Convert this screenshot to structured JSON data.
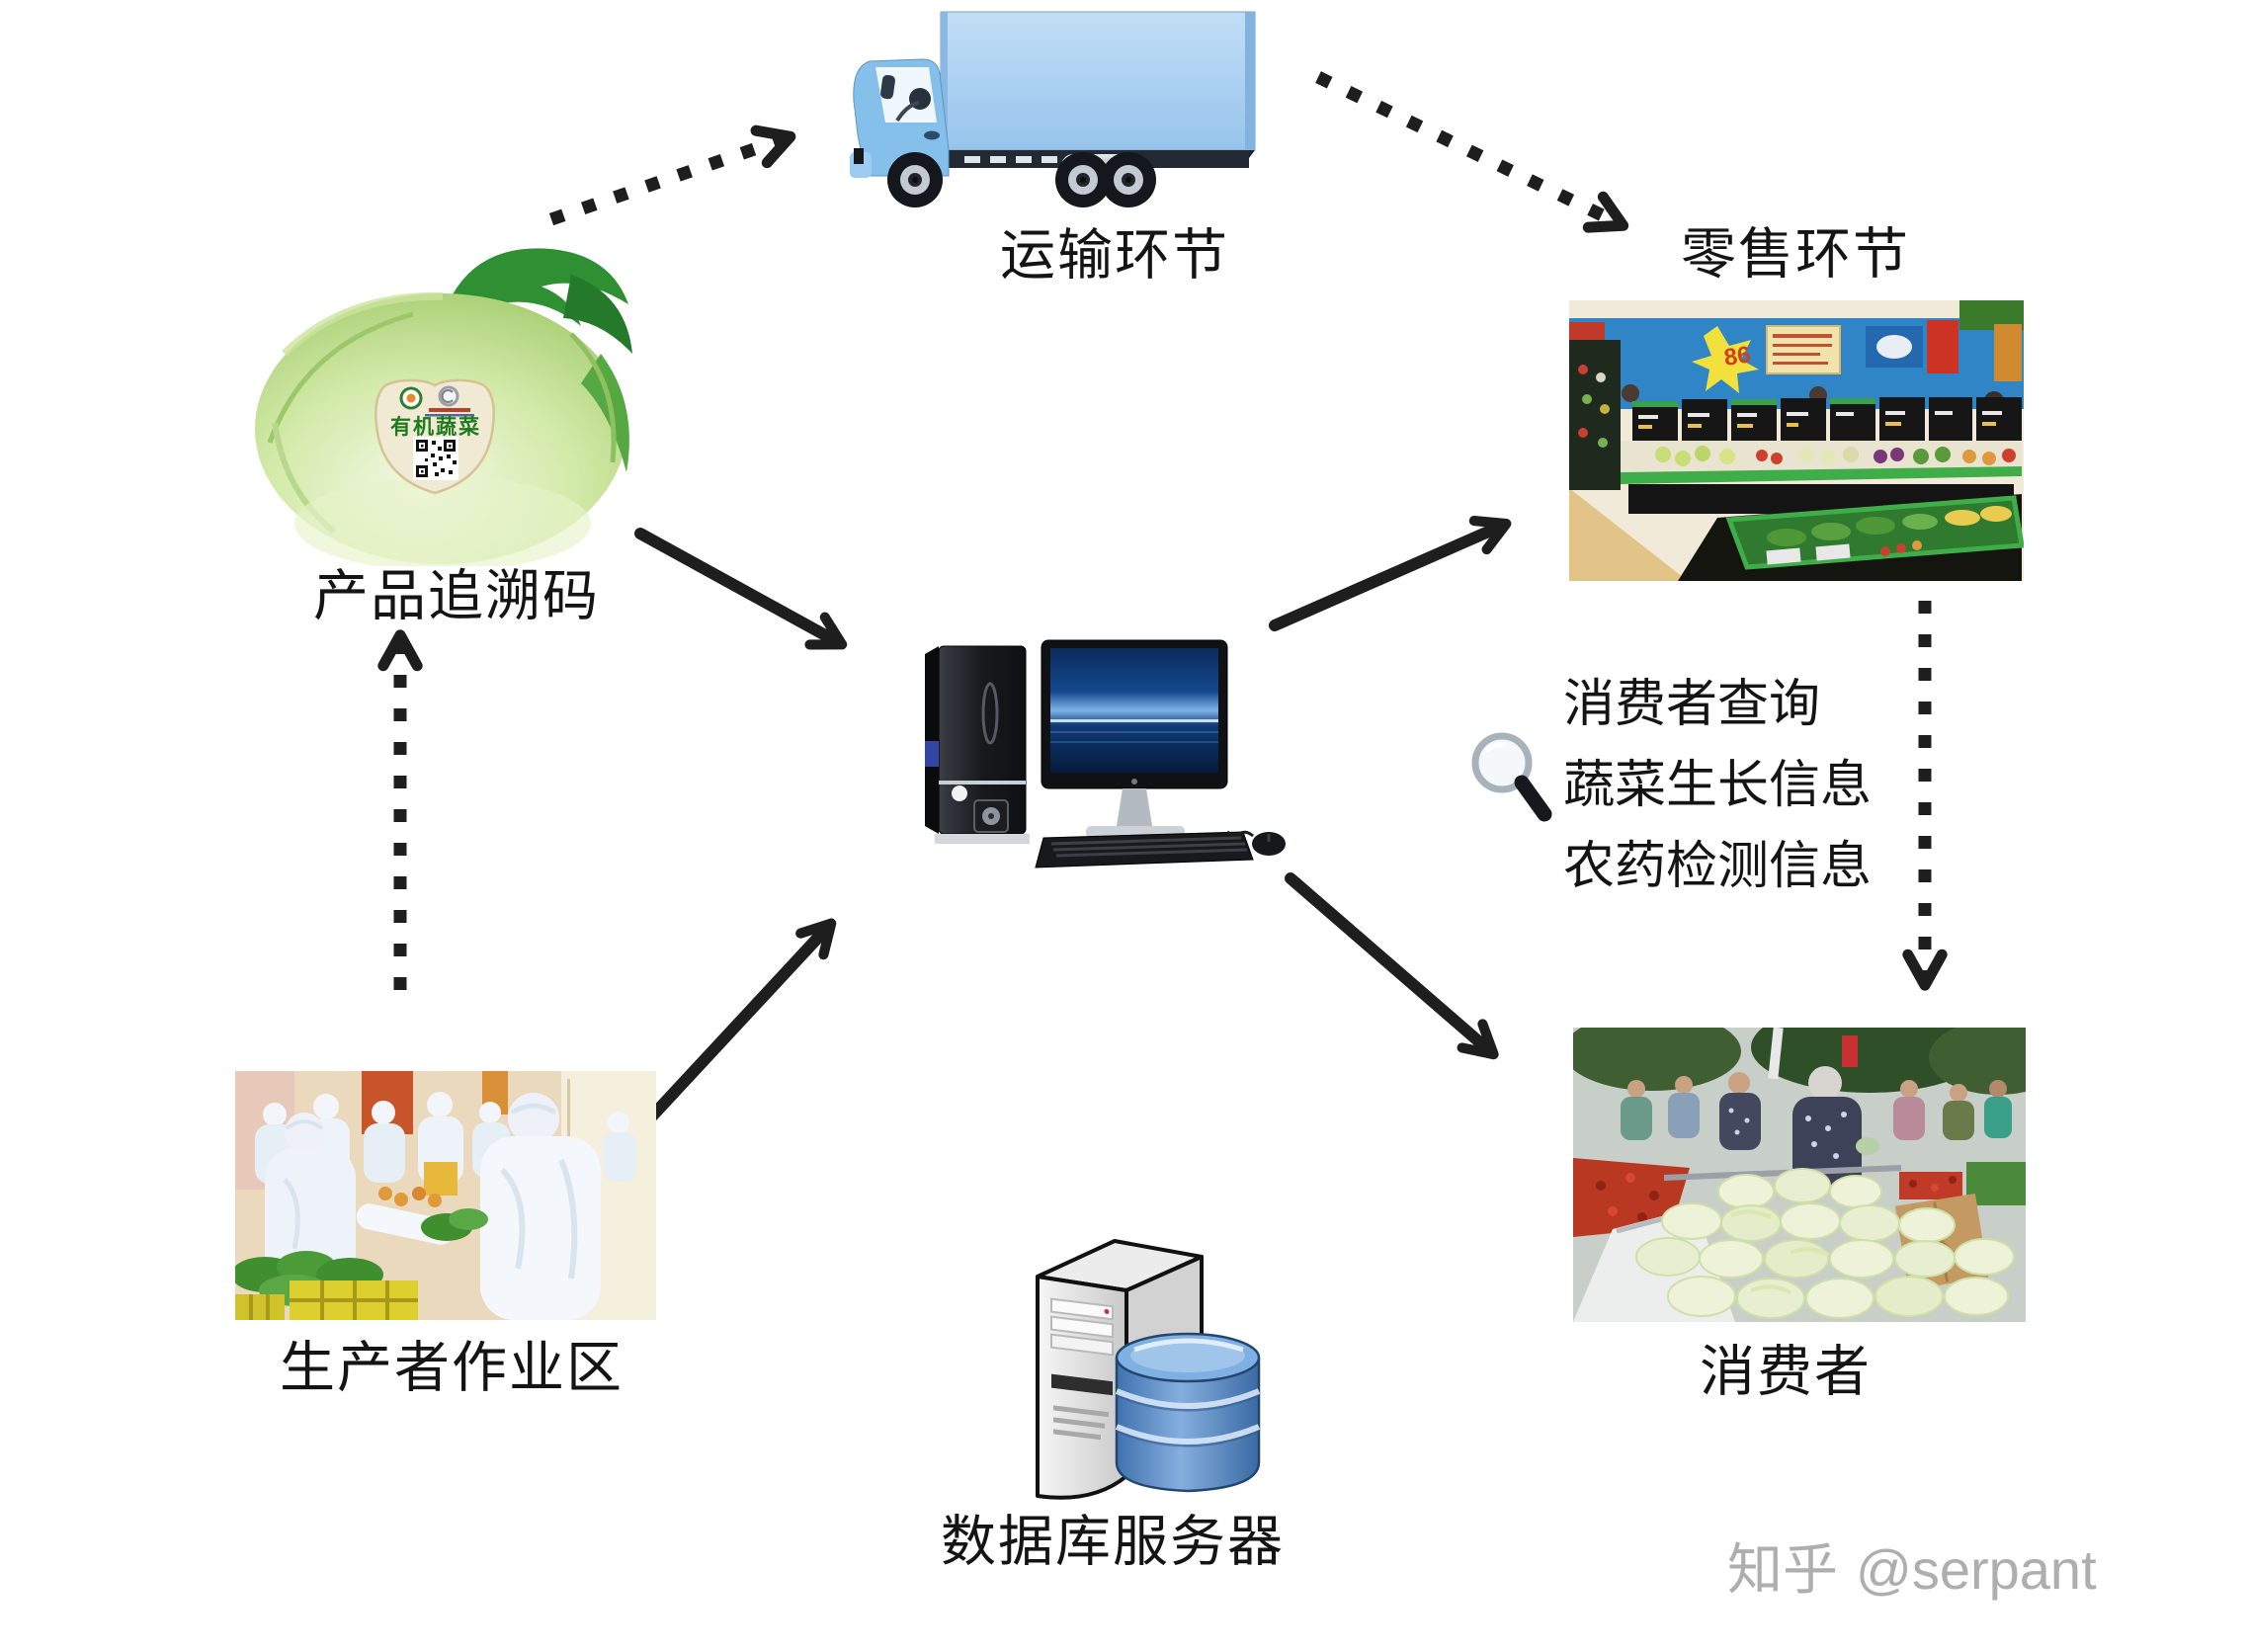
{
  "canvas": {
    "bg": "#ffffff"
  },
  "colors": {
    "arrow": "#1e1e1e",
    "label_text": "#141414",
    "watermark": "#aeaeae",
    "truck_cab": "#84c0ea",
    "truck_box": "#a9cdf0",
    "db_cylinder": "#4f82bd",
    "screen_blue": "#1a5fae",
    "tag_green": "#1d7a1d"
  },
  "nodes": {
    "transport": {
      "label": "运输环节",
      "icon": "truck-icon"
    },
    "trace_code": {
      "label": "产品追溯码",
      "icon": "cabbage-qr-icon",
      "tag_title": "有机蔬菜"
    },
    "retail": {
      "label": "零售环节",
      "icon": "supermarket-photo",
      "poster_text": "86"
    },
    "producer": {
      "label": "生产者作业区",
      "icon": "producer-workers-photo"
    },
    "consumer": {
      "label": "消费者",
      "icon": "market-shoppers-photo"
    },
    "database": {
      "label": "数据库服务器",
      "icon": "database-server-icon"
    },
    "hub": {
      "icon": "desktop-computer-icon"
    }
  },
  "query_panel": {
    "icon": "magnifier-icon",
    "lines": [
      "消费者查询",
      "蔬菜生长信息",
      "农药检测信息"
    ]
  },
  "watermark": {
    "brand": "知乎",
    "handle": "@serpant"
  }
}
